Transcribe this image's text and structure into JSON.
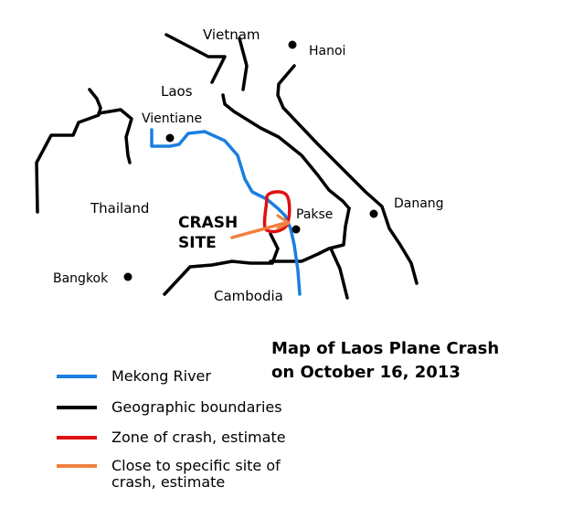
{
  "title_lines": [
    "Map of Laos Plane Crash",
    "on October 16, 2013"
  ],
  "places": {
    "vietnam": "Vietnam",
    "hanoi": "Hanoi",
    "laos": "Laos",
    "vientiane": "Vientiane",
    "thailand": "Thailand",
    "pakse": "Pakse",
    "danang": "Danang",
    "bangkok": "Bangkok",
    "cambodia": "Cambodia"
  },
  "crash_site_lines": [
    "CRASH",
    "SITE"
  ],
  "legend": [
    {
      "label_lines": [
        "Mekong River"
      ],
      "color": "#1a7fe0"
    },
    {
      "label_lines": [
        "Geographic boundaries"
      ],
      "color": "#000000"
    },
    {
      "label_lines": [
        "Zone of crash, estimate"
      ],
      "color": "#e01010"
    },
    {
      "label_lines": [
        "Close to specific site of",
        "crash, estimate"
      ],
      "color": "#f08040"
    }
  ],
  "colors": {
    "river": "#1a7fe0",
    "boundary": "#000000",
    "crash_zone": "#e01010",
    "crash_site": "#f08040"
  }
}
